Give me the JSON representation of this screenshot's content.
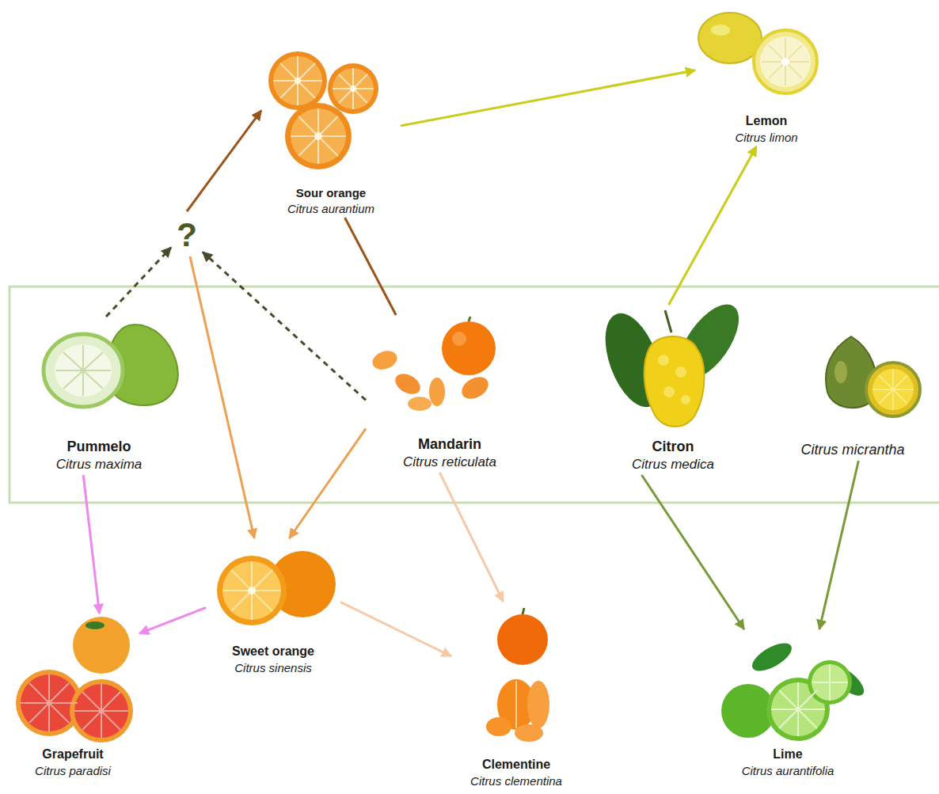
{
  "diagram": {
    "nodes": [
      {
        "text": [
          "Lemon",
          "Citrus limon"
        ]
      },
      {
        "text": [
          "Sour orange",
          "Citrus aurantium"
        ]
      },
      {
        "text": [
          "?"
        ]
      },
      {
        "text": [
          "Pummelo",
          "Citrus maxima"
        ]
      },
      {
        "text": [
          "Mandarin",
          "Citrus reticulata"
        ]
      },
      {
        "text": [
          "Citron",
          "Citrus medica"
        ]
      },
      {
        "text": [
          "Citrus micrantha"
        ]
      },
      {
        "text": [
          "Sweet orange",
          "Citrus sinensis"
        ]
      },
      {
        "text": [
          "Grapefruit",
          "Citrus paradisi"
        ]
      },
      {
        "text": [
          "Clementine",
          "Citrus clementina"
        ]
      },
      {
        "text": [
          "Lime",
          "Citrus aurantifolia"
        ]
      }
    ],
    "edges": [
      {
        "from": 2,
        "to": 1,
        "arrow": "to"
      },
      {
        "from": 4,
        "to": 1,
        "arrow": "none"
      },
      {
        "from": 1,
        "to": 0,
        "arrow": "to"
      },
      {
        "from": 5,
        "to": 0,
        "arrow": "to"
      },
      {
        "from": 3,
        "to": 2,
        "arrow": "to"
      },
      {
        "from": 4,
        "to": 2,
        "arrow": "to"
      },
      {
        "from": 2,
        "to": 7,
        "arrow": "to"
      },
      {
        "from": 4,
        "to": 7,
        "arrow": "to"
      },
      {
        "from": 3,
        "to": 8,
        "arrow": "to"
      },
      {
        "from": 7,
        "to": 8,
        "arrow": "to"
      },
      {
        "from": 4,
        "to": 9,
        "arrow": "to"
      },
      {
        "from": 7,
        "to": 9,
        "arrow": "to"
      },
      {
        "from": 5,
        "to": 10,
        "arrow": "to"
      },
      {
        "from": 6,
        "to": 10,
        "arrow": "to"
      }
    ]
  }
}
